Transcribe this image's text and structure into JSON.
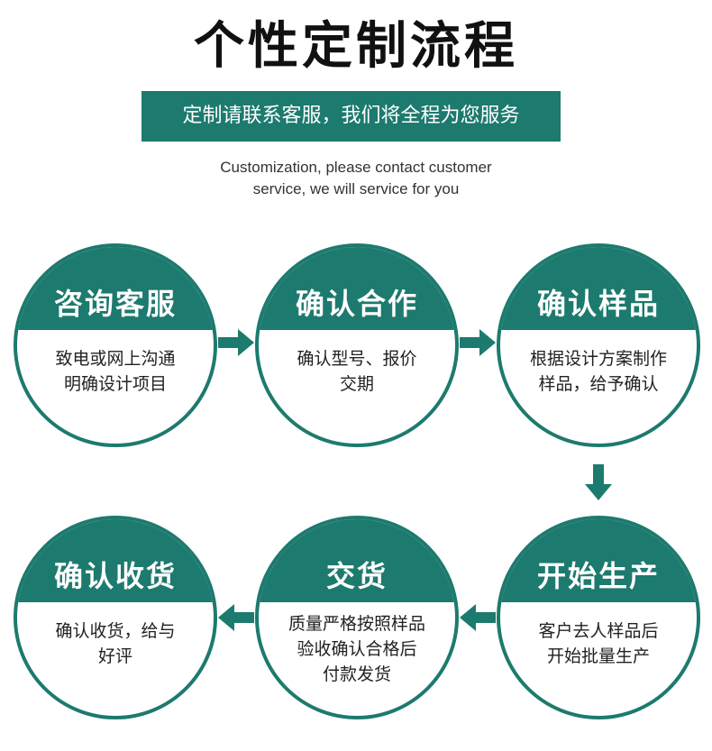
{
  "title": "个性定制流程",
  "banner": "定制请联系客服，我们将全程为您服务",
  "subtitle": {
    "line1": "Customization, please contact customer",
    "line2": "service, we will service for you"
  },
  "accent_color": "#1d7a6e",
  "steps": [
    {
      "title": "咨询客服",
      "desc_lines": [
        "致电或网上沟通",
        "明确设计项目"
      ]
    },
    {
      "title": "确认合作",
      "desc_lines": [
        "确认型号、报价",
        "交期"
      ]
    },
    {
      "title": "确认样品",
      "desc_lines": [
        "根据设计方案制作",
        "样品，给予确认"
      ]
    },
    {
      "title": "开始生产",
      "desc_lines": [
        "客户去人样品后",
        "开始批量生产"
      ]
    },
    {
      "title": "交货",
      "desc_lines": [
        "质量严格按照样品",
        "验收确认合格后",
        "付款发货"
      ]
    },
    {
      "title": "确认收货",
      "desc_lines": [
        "确认收货，给与",
        "好评"
      ]
    }
  ],
  "arrow_icons": [
    "arrow-right-icon",
    "arrow-right-icon",
    "arrow-down-icon",
    "arrow-left-icon",
    "arrow-left-icon"
  ]
}
